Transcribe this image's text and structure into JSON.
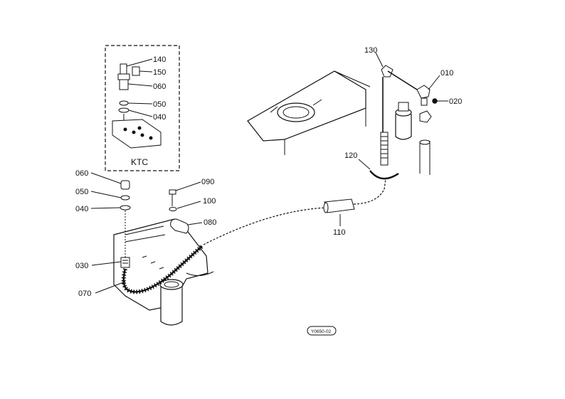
{
  "inset": {
    "title": "KTC"
  },
  "callouts": {
    "c140": "140",
    "c150": "150",
    "c060_inset": "060",
    "c050_inset": "050",
    "c040_inset": "040",
    "c060": "060",
    "c050": "050",
    "c040": "040",
    "c030": "030",
    "c070": "070",
    "c090": "090",
    "c100": "100",
    "c080": "080",
    "c110": "110",
    "c120": "120",
    "c130": "130",
    "c010": "010",
    "c020": "020"
  },
  "drawing_code": "Y0650-02"
}
